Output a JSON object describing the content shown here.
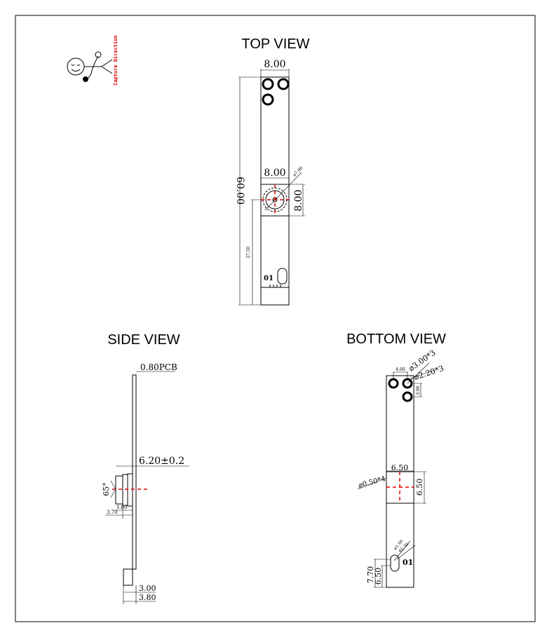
{
  "logo": {
    "text": "Capture Direction"
  },
  "top_view": {
    "title": "TOP VIEW",
    "width_top": "8.00",
    "width_mid": "8.00",
    "height_total": "60.00",
    "lens_dia": "⌀7.00",
    "camera_height": "8.00",
    "offset": "27.50",
    "connector_label": "01"
  },
  "side_view": {
    "title": "SIDE VIEW",
    "pcb": "0.80PCB",
    "lens_height": "6.20±0.2",
    "angle": "65°",
    "dim_a": "1.80",
    "dim_b": "3.70",
    "conn_a": "3.00",
    "conn_b": "3.80"
  },
  "bottom_view": {
    "title": "BOTTOM  VIEW",
    "hole_spacing": "4.00",
    "hole_outer": "⌀3.00*3",
    "hole_inner": "⌀2.20*3",
    "hole_vspacing": "3.90",
    "pad_width": "6.50",
    "pad_height": "6.50",
    "pin_dia": "⌀0.50*4",
    "slot_a": "⌀1.90",
    "slot_b": "⌀2.30",
    "slot_y1": "7.70",
    "slot_y2": "6.50",
    "connector_label": "01"
  }
}
